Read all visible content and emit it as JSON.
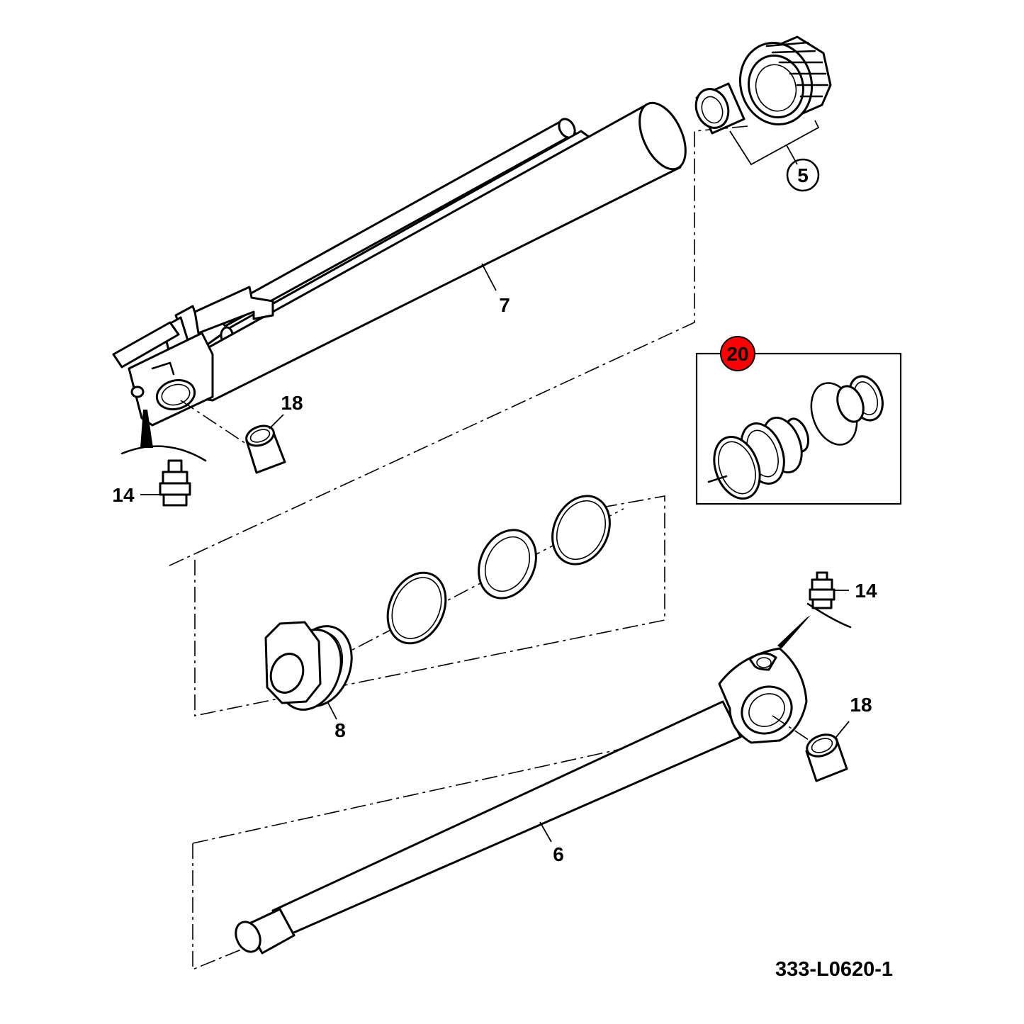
{
  "drawing_code": "333-L0620-1",
  "callouts": {
    "c5": "5",
    "c7": "7",
    "c20": "20",
    "c18a": "18",
    "c14a": "14",
    "c14b": "14",
    "c8": "8",
    "c18b": "18",
    "c6": "6"
  },
  "colors": {
    "highlight": "#ff0000",
    "line": "#000000",
    "background": "#ffffff"
  }
}
